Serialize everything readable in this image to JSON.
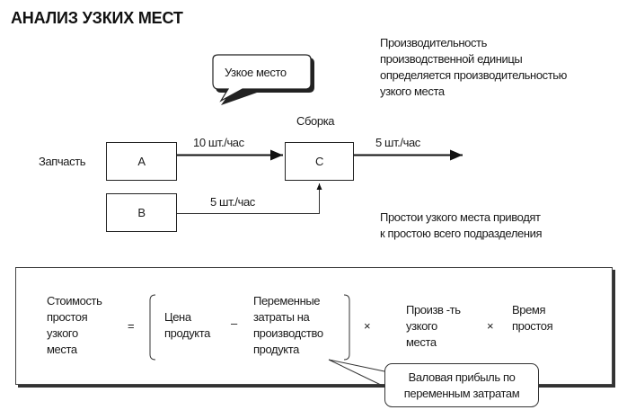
{
  "title": "АНАЛИЗ УЗКИХ МЕСТ",
  "bottleneck_callout": "Узкое место",
  "note_top": [
    "Производительность",
    "производственной единицы",
    "определяется производительностью",
    "узкого места"
  ],
  "note_bottom": [
    "Простои узкого места приводят",
    "к простою всего подразделения"
  ],
  "flow": {
    "part_label": "Запчасть",
    "assembly_label": "Сборка",
    "box_a": "A",
    "box_b": "B",
    "box_c": "C",
    "rate_a_to_c": "10 шт./час",
    "rate_b_to_c": "5 шт./час",
    "rate_out": "5 шт./час"
  },
  "formula": {
    "result": [
      "Стоимость",
      "простоя",
      "узкого",
      "места"
    ],
    "equals": "=",
    "price": [
      "Цена",
      "продукта"
    ],
    "minus": "–",
    "variable_costs": [
      "Переменные",
      "затраты на",
      "производство",
      "продукта"
    ],
    "times1": "×",
    "throughput": [
      "Произв -ть",
      "узкого",
      "места"
    ],
    "times2": "×",
    "downtime": [
      "Время",
      "простоя"
    ],
    "callout": [
      "Валовая прибыль по",
      "переменным затратам"
    ]
  }
}
